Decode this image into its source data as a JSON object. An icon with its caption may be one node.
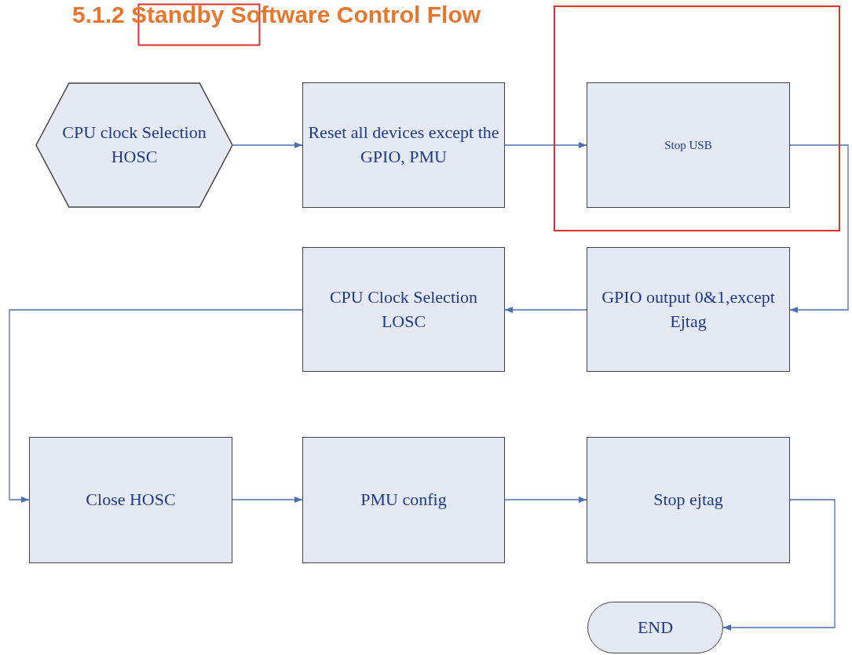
{
  "diagram": {
    "title": "5.1.2 Standby Software Control Flow",
    "nodes": [
      {
        "text": [
          "CPU clock Selection HOSC"
        ]
      },
      {
        "text": [
          "Reset all devices except the GPIO, PMU"
        ]
      },
      {
        "text": [
          "Stop USB"
        ]
      },
      {
        "text": [
          "CPU Clock Selection LOSC"
        ]
      },
      {
        "text": [
          "GPIO output 0&1,except Ejtag"
        ]
      },
      {
        "text": [
          "Close HOSC"
        ]
      },
      {
        "text": [
          "PMU config"
        ]
      },
      {
        "text": [
          "Stop ejtag"
        ]
      },
      {
        "text": [
          "END"
        ]
      }
    ],
    "edges": [
      {
        "from": 0,
        "to": 1,
        "arrow": "to"
      },
      {
        "from": 1,
        "to": 2,
        "arrow": "to"
      },
      {
        "from": 2,
        "to": 4,
        "arrow": "to"
      },
      {
        "from": 4,
        "to": 3,
        "arrow": "to"
      },
      {
        "from": 3,
        "to": 5,
        "arrow": "to"
      },
      {
        "from": 5,
        "to": 6,
        "arrow": "to"
      },
      {
        "from": 6,
        "to": 7,
        "arrow": "to"
      },
      {
        "from": 7,
        "to": 8,
        "arrow": "to"
      }
    ]
  }
}
